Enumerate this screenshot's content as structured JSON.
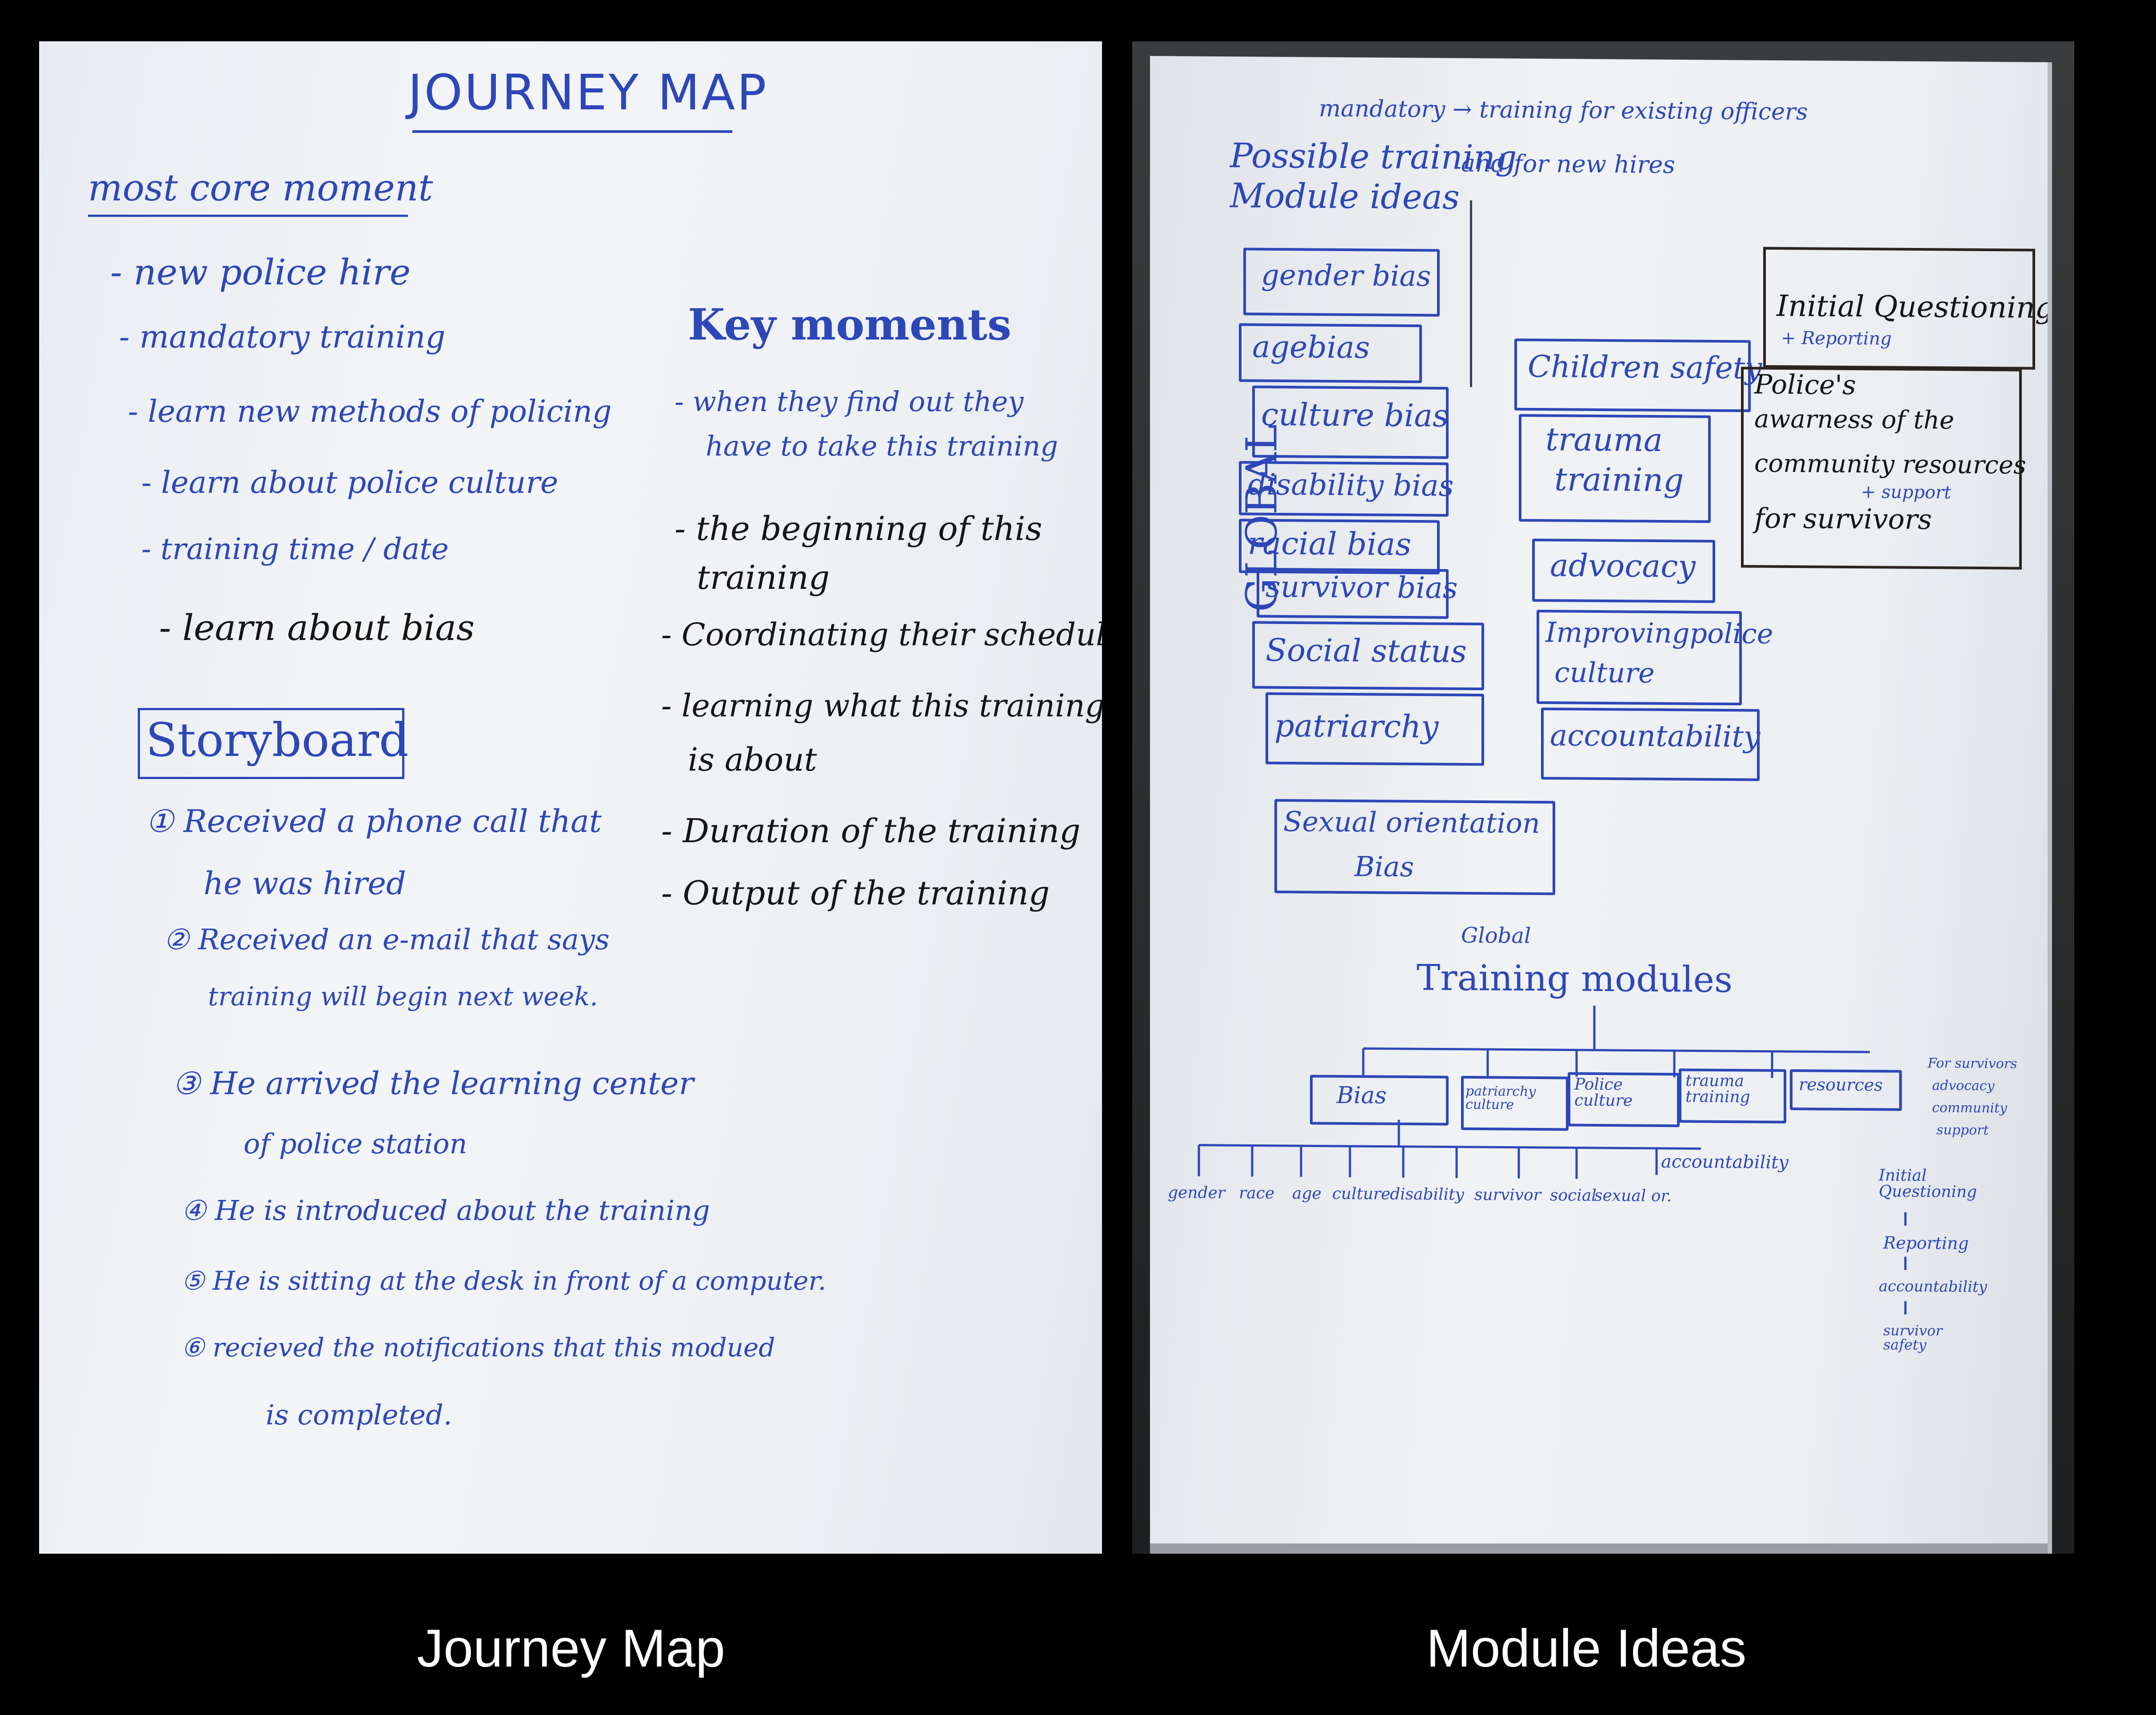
{
  "left_board": {
    "title": "JOURNEY MAP",
    "section_most_core": "most core moment",
    "core_items": [
      "- new police hire",
      "- mandatory training",
      "- learn new methods of policing",
      "- learn about police culture",
      "- training time / date"
    ],
    "core_item_black": "- learn about bias",
    "key_moments_title": "Key moments",
    "key_moments_items": [
      "- when they find out they",
      "have to take this training",
      "- the beginning of this",
      "training",
      "- Coordinating their schedule",
      "- learning what this training",
      "is about",
      "- Duration of the training",
      "- Output of the training"
    ],
    "storyboard_title": "Storyboard",
    "storyboard_items": [
      "① Received a phone call that",
      "he was hired",
      "② Received an e-mail that says",
      "training will begin next week.",
      "③ He arrived the learning center",
      "of police station",
      "④ He is introduced about the training",
      "⑤ He is sitting at the desk in front of a computer.",
      "⑥ recieved the notifications that this modued",
      "is completed."
    ]
  },
  "right_board": {
    "top_note_1": "mandatory → training for existing officers",
    "top_note_2": "and for new hires",
    "possible_title_1": "Possible training",
    "possible_title_2": "Module ideas",
    "global_label": "GLOBAL",
    "bias_boxes": [
      "gender bias",
      "agebias",
      "culture bias",
      "disability bias",
      "racial bias",
      "survivor bias",
      "Social status",
      "patriarchy"
    ],
    "sexual_1": "Sexual orientation",
    "sexual_2": "Bias",
    "mid_boxes": [
      "Children safety",
      "trauma",
      "training",
      "advocacy",
      "Improvingpolice",
      "culture",
      "accountability"
    ],
    "initial_q": "Initial Questioning",
    "reporting_plus": "+ Reporting",
    "police_awareness": [
      "Police's",
      "awarness of the",
      "community resources",
      "+ support",
      "for survivors"
    ],
    "tree_global": "Global",
    "tree_title": "Training modules",
    "tree_nodes": [
      "Bias",
      "patriarchy culture",
      "Police culture",
      "trauma training",
      "resources"
    ],
    "tree_resources_note": [
      "For survivors",
      "advocacy",
      "community",
      "support"
    ],
    "tree_leaves": [
      "gender",
      "race",
      "age",
      "culture",
      "disability",
      "survivor",
      "social",
      "sexual or.",
      "accountability"
    ],
    "tree_chain": [
      "Initial Questioning",
      "Reporting",
      "accountability",
      "survivor safety"
    ]
  },
  "captions": {
    "left": "Journey Map",
    "right": "Module Ideas"
  }
}
